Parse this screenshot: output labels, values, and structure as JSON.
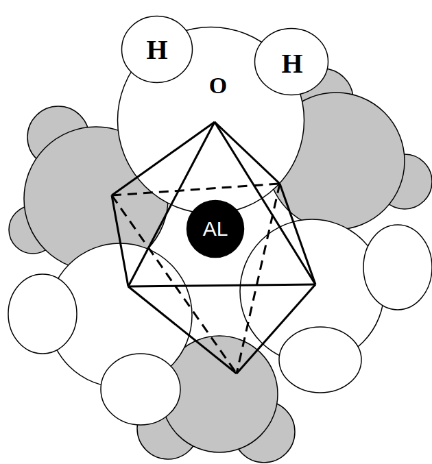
{
  "diagram": {
    "nodes": [
      {
        "text": [
          "H"
        ]
      },
      {
        "text": [
          "H"
        ]
      },
      {
        "text": [
          "O"
        ]
      },
      {
        "text": [
          "AL"
        ]
      }
    ]
  }
}
